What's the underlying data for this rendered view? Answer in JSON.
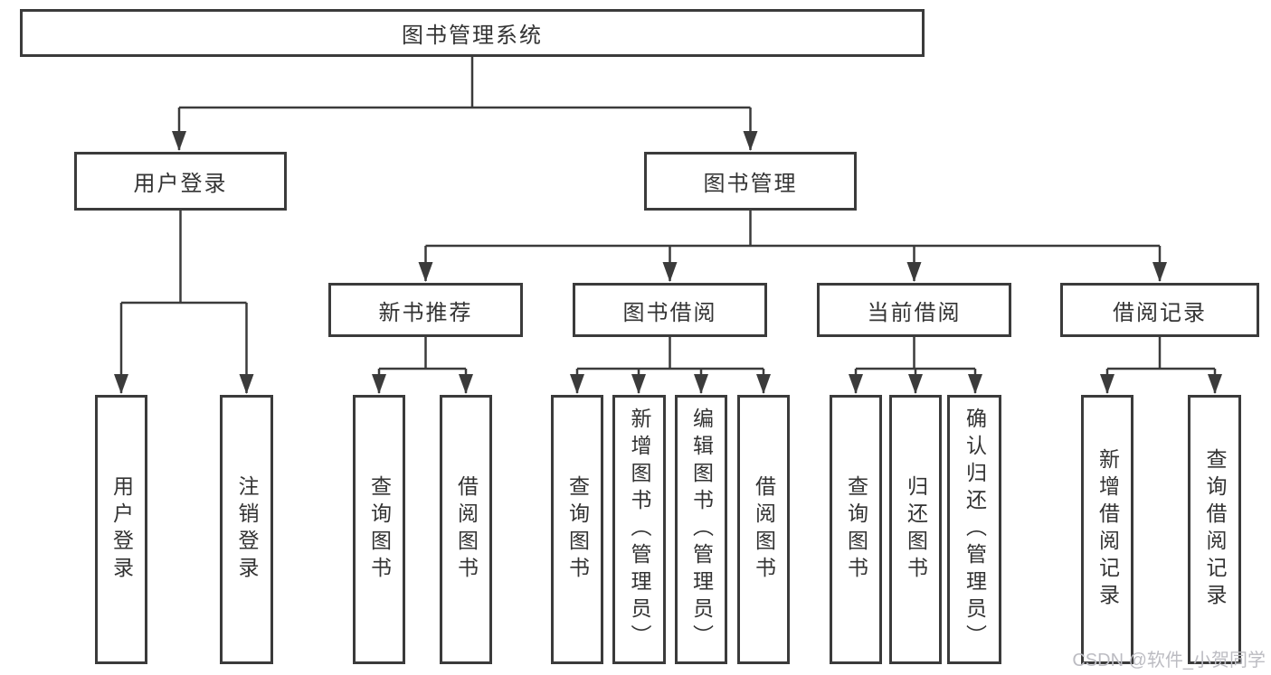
{
  "diagram": {
    "root": {
      "label": "图书管理系统"
    },
    "branches": {
      "user_login": {
        "label": "用户登录",
        "children": [
          "用户登录",
          "注销登录"
        ]
      },
      "book_management": {
        "label": "图书管理",
        "groups": {
          "new_book": {
            "label": "新书推荐",
            "children": [
              "查询图书",
              "借阅图书"
            ]
          },
          "borrowing": {
            "label": "图书借阅",
            "children": [
              "查询图书",
              "新增图书（管理员）",
              "编辑图书（管理员）",
              "借阅图书"
            ]
          },
          "current": {
            "label": "当前借阅",
            "children": [
              "查询图书",
              "归还图书",
              "确认归还（管理员）"
            ]
          },
          "records": {
            "label": "借阅记录",
            "children": [
              "新增借阅记录",
              "查询借阅记录"
            ]
          }
        }
      }
    },
    "watermark": "CSDN @软件_小贺同学",
    "colors": {
      "line": "#3b3b3b",
      "border": "#3b3b3b",
      "text": "#333333",
      "watermark": "#bcbcc2",
      "background": "#ffffff"
    }
  }
}
